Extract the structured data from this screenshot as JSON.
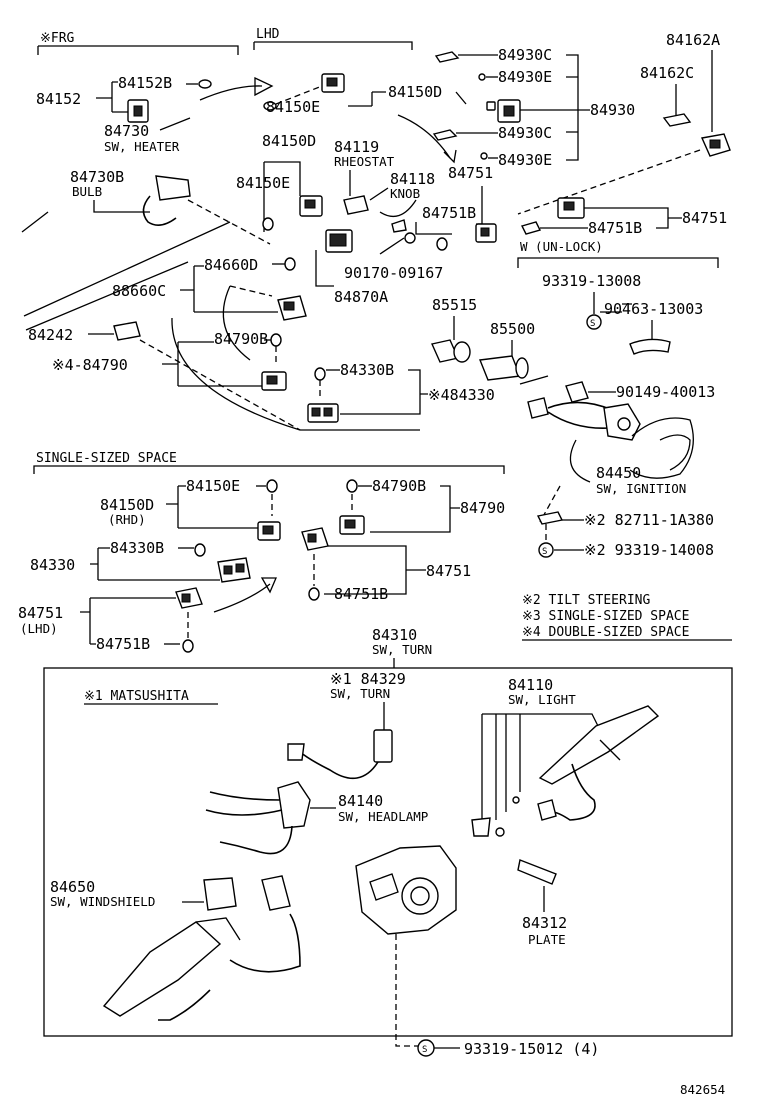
{
  "headers": {
    "frg": "※FRG",
    "lhd": "LHD",
    "single": "SINGLE-SIZED SPACE",
    "w_unlock": "W (UN-LOCK)",
    "matsushita": "※1 MATSUSHITA"
  },
  "parts": {
    "p84162A": "84162A",
    "p84162C": "84162C",
    "p84152": "84152",
    "p84152B": "84152B",
    "p84150E_a": "84150E",
    "p84150D_a": "84150D",
    "p84930C_a": "84930C",
    "p84930E_a": "84930E",
    "p84930": "84930",
    "p84930C_b": "84930C",
    "p84930E_b": "84930E",
    "p84730": "84730",
    "p84730_sub": "SW, HEATER",
    "p84730B": "84730B",
    "p84730B_sub": "BULB",
    "p84150D_b": "84150D",
    "p84150E_b": "84150E",
    "p84119": "84119",
    "p84119_sub": "RHEOSTAT",
    "p84118": "84118",
    "p84118_sub": "KNOB",
    "p84751_a": "84751",
    "p84751B_a": "84751B",
    "p84751B_b": "84751B",
    "p84751_b": "84751",
    "p84660D": "84660D",
    "p88660C": "88660C",
    "p90170": "90170-09167",
    "p84870A": "84870A",
    "p93319_13008": "93319-13008",
    "p90463": "90463-13003",
    "p84242": "84242",
    "p85515": "85515",
    "p85500": "85500",
    "p84790B_a": "84790B",
    "p84790_a": "※4-84790",
    "p84330B_a": "84330B",
    "p84330_a": "※484330",
    "p90149": "90149-40013",
    "p84450": "84450",
    "p84450_sub": "SW, IGNITION",
    "p84150E_c": "84150E",
    "p84150D_c": "84150D",
    "p84150D_c_sub": "(RHD)",
    "p84790B_b": "84790B",
    "p84790_b": "84790",
    "p82711": "※2 82711-1A380",
    "p93319_14008": "※2 93319-14008",
    "p84330B_b": "84330B",
    "p84330_b": "84330",
    "p84751_c": "84751",
    "p84751B_c": "84751B",
    "p84751_d": "84751",
    "p84751_d_sub": "(LHD)",
    "p84751B_d": "84751B",
    "p84310": "84310",
    "p84310_sub": "SW, TURN",
    "p84329": "※1 84329",
    "p84329_sub": "SW, TURN",
    "p84110": "84110",
    "p84110_sub": "SW, LIGHT",
    "p84140": "84140",
    "p84140_sub": "SW, HEADLAMP",
    "p84650": "84650",
    "p84650_sub": "SW, WINDSHIELD",
    "p84312": "84312",
    "p84312_sub": "PLATE",
    "p93319_15012": "93319-15012 (4)",
    "figure_no": "842654"
  },
  "legend": {
    "note2": "※2 TILT STEERING",
    "note3": "※3 SINGLE-SIZED SPACE",
    "note4": "※4 DOUBLE-SIZED SPACE"
  }
}
